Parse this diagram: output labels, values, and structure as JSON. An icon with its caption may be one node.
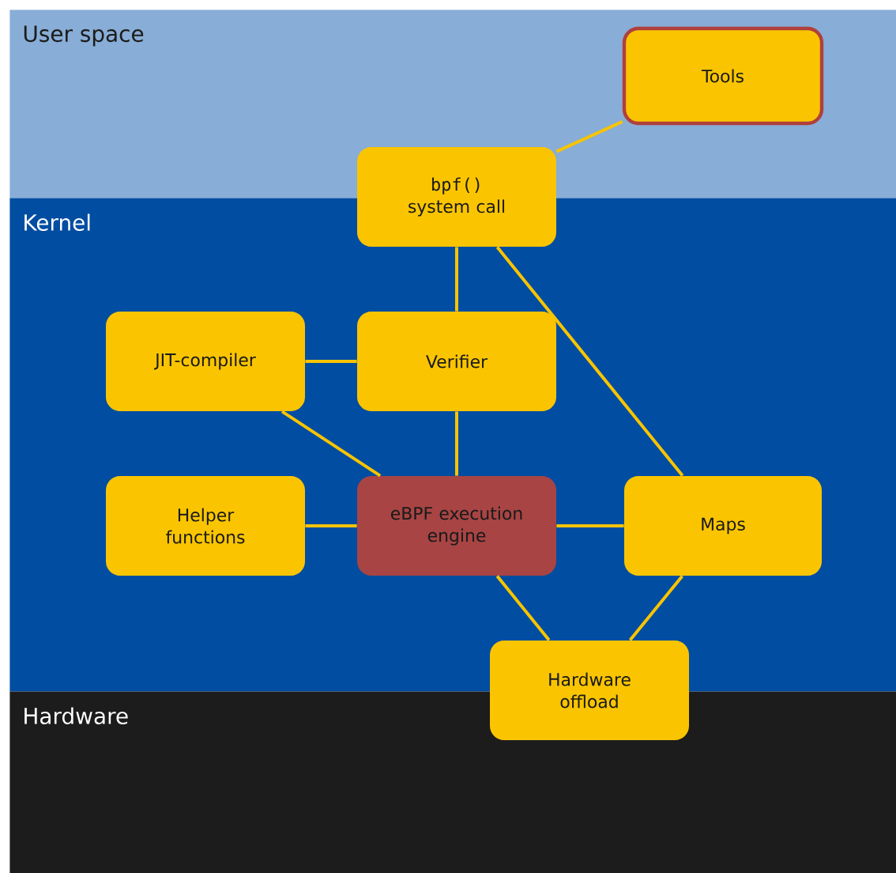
{
  "diagram": {
    "nodes": [
      {
        "text": [
          "User space"
        ]
      },
      {
        "text": [
          "Tools"
        ],
        "in": 0
      },
      {
        "text": [
          "bpf()",
          "system call"
        ]
      },
      {
        "text": [
          "Kernel"
        ]
      },
      {
        "text": [
          "JIT-compiler"
        ],
        "in": 3
      },
      {
        "text": [
          "Verifier"
        ],
        "in": 3
      },
      {
        "text": [
          "Helper functions"
        ],
        "in": 3
      },
      {
        "text": [
          "eBPF execution engine"
        ],
        "in": 3
      },
      {
        "text": [
          "Maps"
        ],
        "in": 3
      },
      {
        "text": [
          "Hardware"
        ]
      },
      {
        "text": [
          "Hardware offload"
        ]
      }
    ],
    "edges": [
      {
        "from": 1,
        "to": 2,
        "arrow": "none"
      },
      {
        "from": 2,
        "to": 5,
        "arrow": "none"
      },
      {
        "from": 2,
        "to": 8,
        "arrow": "none"
      },
      {
        "from": 4,
        "to": 5,
        "arrow": "none"
      },
      {
        "from": 5,
        "to": 7,
        "arrow": "none"
      },
      {
        "from": 4,
        "to": 7,
        "arrow": "none"
      },
      {
        "from": 6,
        "to": 7,
        "arrow": "none"
      },
      {
        "from": 7,
        "to": 8,
        "arrow": "none"
      },
      {
        "from": 7,
        "to": 10,
        "arrow": "none"
      },
      {
        "from": 8,
        "to": 10,
        "arrow": "none"
      }
    ]
  }
}
